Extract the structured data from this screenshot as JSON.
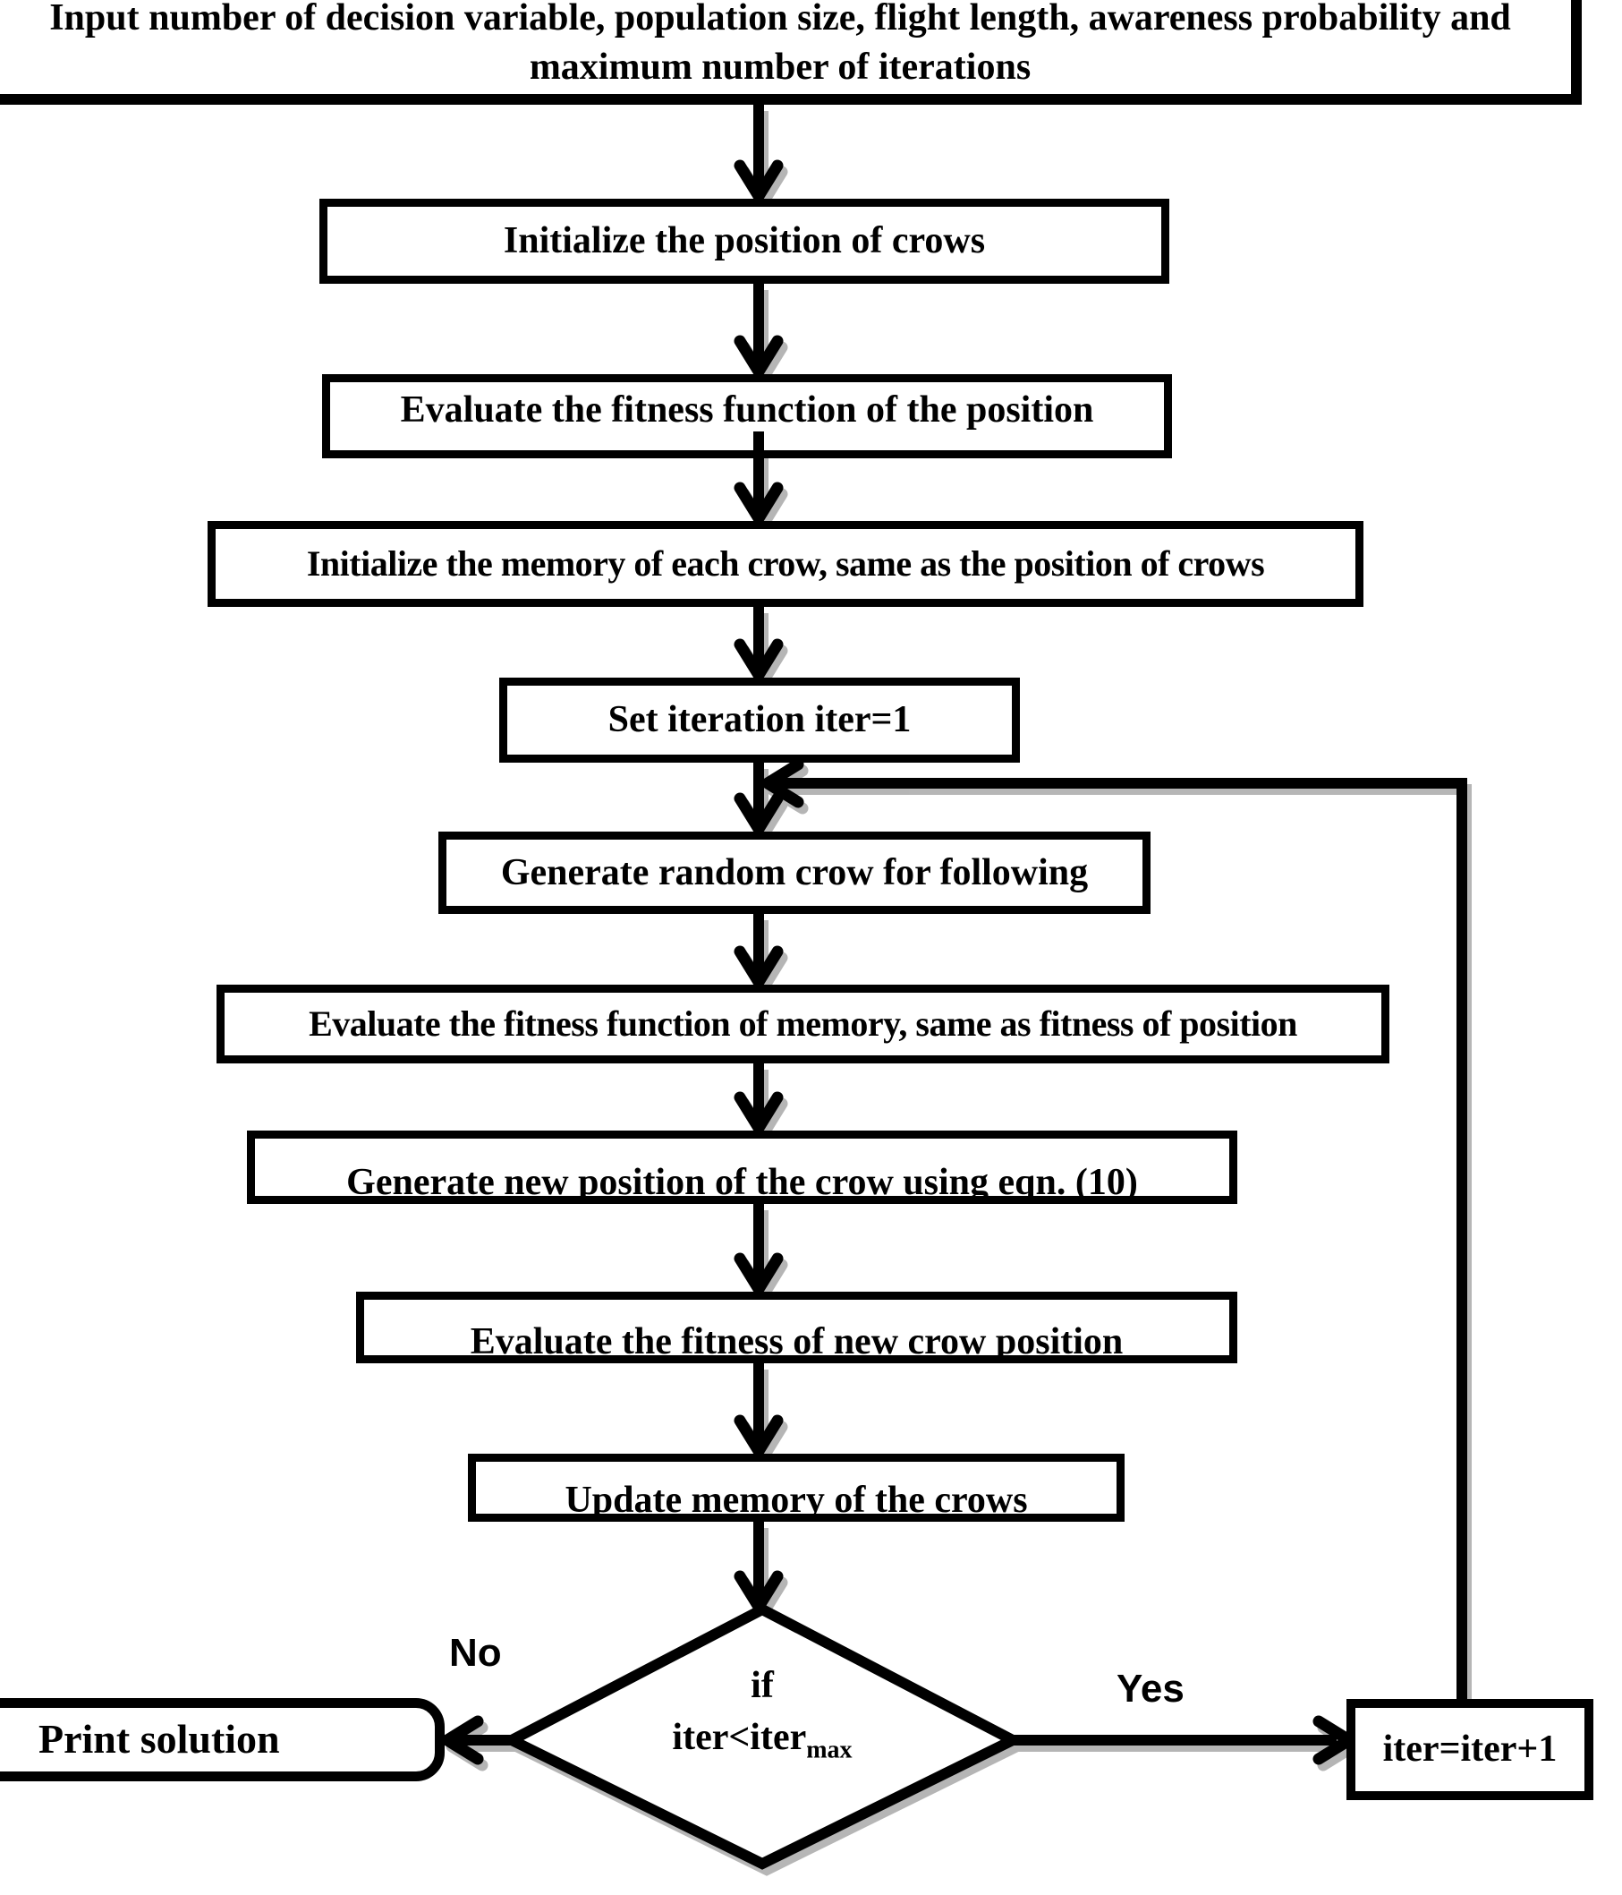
{
  "flowchart": {
    "title_hint": "Crow Search Algorithm flowchart",
    "colors": {
      "line": "#000000",
      "shadow": "#a9a9a9",
      "node_fill": "#ffffff",
      "text": "#000000"
    },
    "nodes": {
      "input": {
        "label": "Input number of decision variable, population size, flight length, awareness probability and maximum number of iterations"
      },
      "init_position": {
        "label": "Initialize the position of crows"
      },
      "eval_fitness": {
        "label": "Evaluate the fitness function of the position"
      },
      "init_memory": {
        "label": "Initialize the memory of each crow, same as the position of crows"
      },
      "set_iter": {
        "label": "Set iteration iter=1"
      },
      "random_crow": {
        "label": "Generate random crow for following"
      },
      "eval_memory": {
        "label": "Evaluate the fitness function of memory, same as fitness of position"
      },
      "new_position": {
        "label": "Generate new position of the crow using eqn. (10)"
      },
      "eval_new": {
        "label": "Evaluate the fitness of new crow position"
      },
      "update_memory": {
        "label": "Update memory of the crows"
      },
      "decision": {
        "line1": "if",
        "line2_main": "iter<iter",
        "line2_sub": "max"
      },
      "print": {
        "label": "Print solution"
      },
      "iter_inc": {
        "label": "iter=iter+1"
      }
    },
    "edge_labels": {
      "no": "No",
      "yes": "Yes"
    }
  }
}
